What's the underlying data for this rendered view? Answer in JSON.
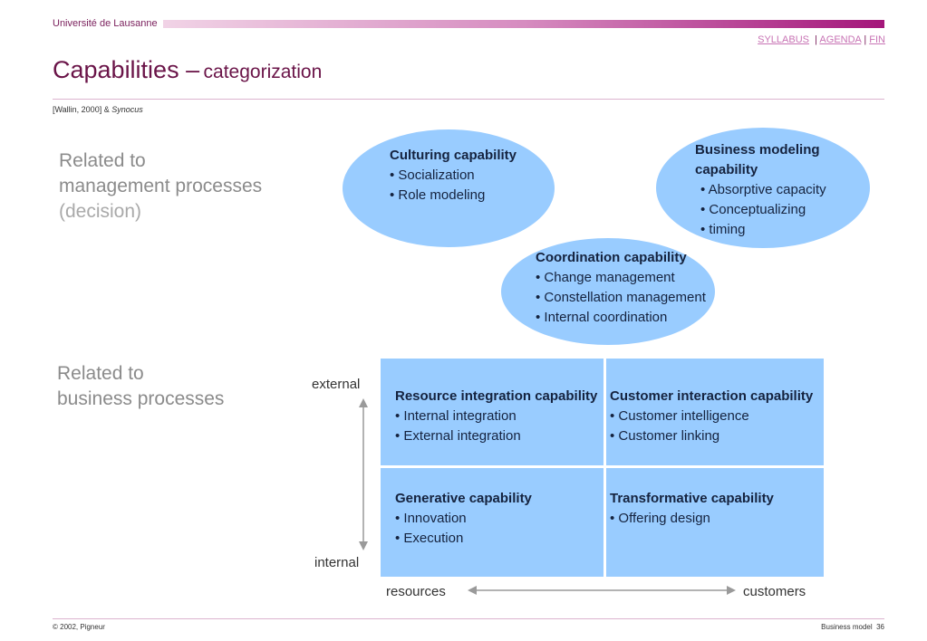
{
  "header": {
    "university": "Université de Lausanne",
    "nav": {
      "syllabus": "SYLLABUS",
      "agenda": "AGENDA",
      "fin": "FIN"
    }
  },
  "title": {
    "main": "Capabilities –",
    "sub": "categorization"
  },
  "citation": {
    "text": "[Wallin, 2000] &",
    "source": "Synocus"
  },
  "left_labels": {
    "management": [
      "Related to",
      "management processes",
      "(decision)"
    ],
    "business": [
      "Related to",
      "business processes"
    ]
  },
  "ellipses": {
    "culturing": {
      "title": "Culturing capability",
      "items": [
        "• Socialization",
        "• Role modeling"
      ]
    },
    "business_modeling": {
      "title": [
        "Business modeling",
        "capability"
      ],
      "items": [
        "• Absorptive capacity",
        "• Conceptualizing",
        "• timing"
      ]
    },
    "coordination": {
      "title": "Coordination capability",
      "items": [
        "• Change management",
        "• Constellation management",
        "• Internal coordination"
      ]
    }
  },
  "matrix": {
    "resource_integration": {
      "title": "Resource integration capability",
      "items": [
        "• Internal integration",
        "• External integration"
      ]
    },
    "customer_interaction": {
      "title": "Customer interaction capability",
      "items": [
        "• Customer intelligence",
        "• Customer linking"
      ]
    },
    "generative": {
      "title": "Generative capability",
      "items": [
        "• Innovation",
        "• Execution"
      ]
    },
    "transformative": {
      "title": "Transformative capability",
      "items": [
        "• Offering design"
      ]
    }
  },
  "axes": {
    "top": "external",
    "bottom": "internal",
    "left": "resources",
    "right": "customers"
  },
  "footer": {
    "copyright": "© 2002, Pigneur",
    "page": "Business model  36"
  },
  "colors": {
    "accent": "#7a1f5c",
    "box": "#99ccff",
    "text_box": "#15233f",
    "gray": "#8b8b8b"
  }
}
